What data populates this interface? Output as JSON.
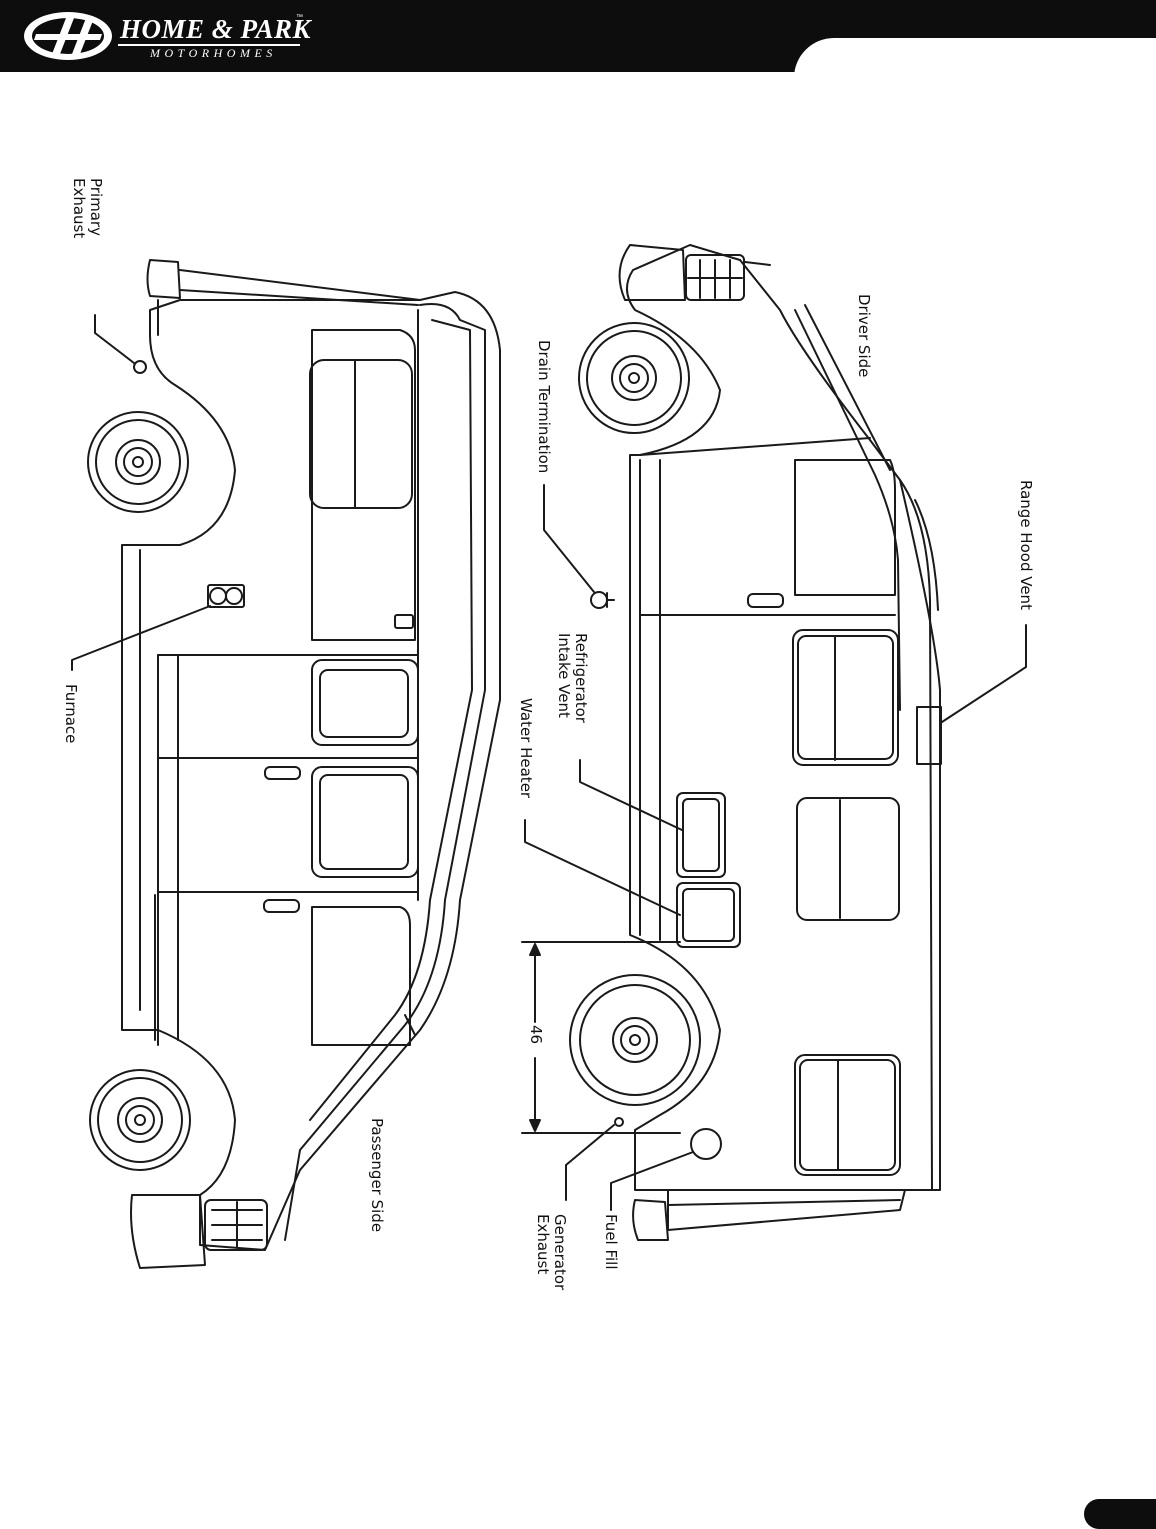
{
  "header": {
    "brand_name": "HOME & PARK",
    "brand_tm": "™",
    "brand_sub": "MOTORHOMES"
  },
  "diagram": {
    "labels": {
      "primary_exhaust": "Primary\nExhaust",
      "furnace": "Furnace",
      "passenger_side": "Passenger Side",
      "driver_side": "Driver Side",
      "drain_termination": "Drain Termination",
      "range_hood_vent": "Range Hood Vent",
      "refrigerator_intake_vent": "Refrigerator\nIntake Vent",
      "water_heater": "Water Heater",
      "dimension_46": "46",
      "fuel_fill": "Fuel Fill",
      "generator_exhaust": "Generator\nExhaust"
    }
  },
  "colors": {
    "header_bg": "#0d0d0d",
    "line": "#1a1a1a"
  }
}
